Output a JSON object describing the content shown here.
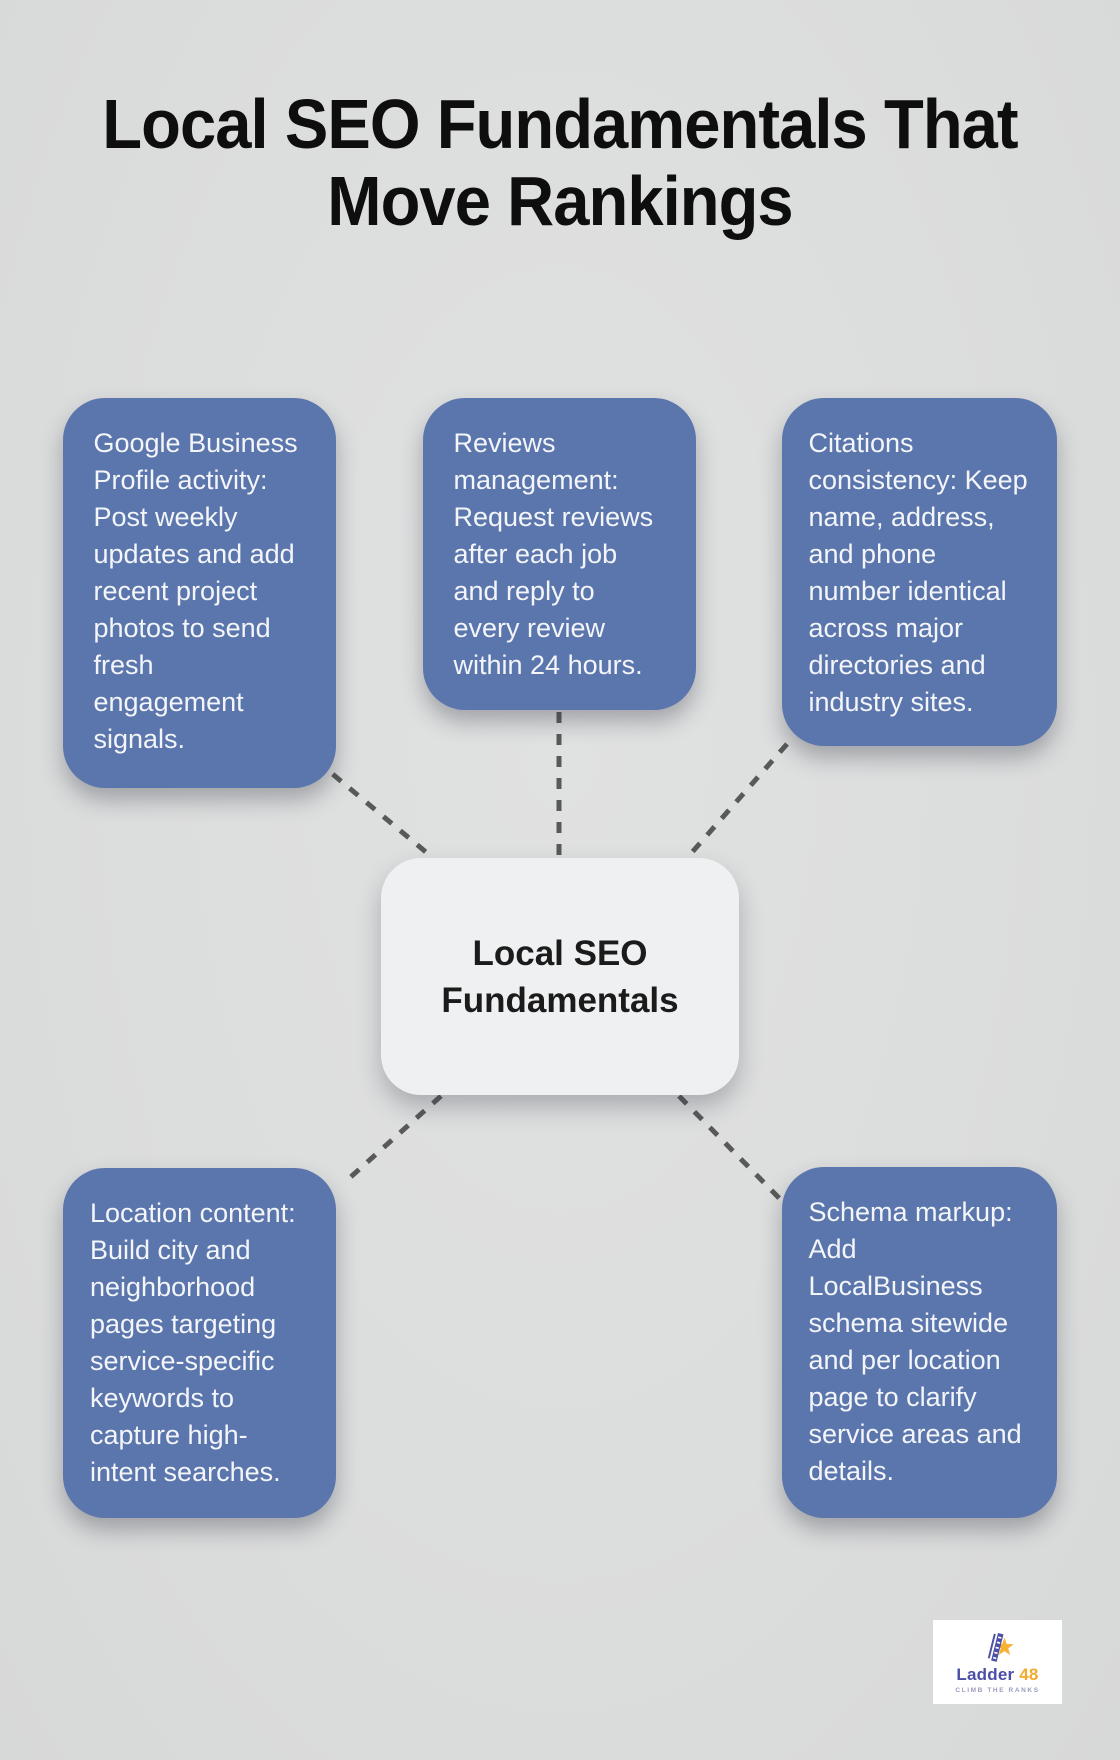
{
  "page": {
    "title": "Local SEO Fundamentals That Move Rankings"
  },
  "colors": {
    "background": "#dcdddd",
    "node_fill": "#5b76ac",
    "node_text": "#f3f5f9",
    "center_fill": "#eff0f2",
    "center_text": "#1b1b1b",
    "connector": "#595959",
    "title_text": "#0e0e0e",
    "logo_brand": "#4b4fa6",
    "logo_number": "#f3aa2d"
  },
  "center_node": {
    "label": "Local SEO Fundamentals"
  },
  "nodes": [
    {
      "id": "google-business-profile",
      "position": "top-left",
      "text": "Google Business Profile activity: Post weekly updates and add recent project photos to send fresh engagement signals."
    },
    {
      "id": "reviews-management",
      "position": "top-middle",
      "text": "Reviews management: Request reviews after each job and reply to every review within 24 hours."
    },
    {
      "id": "citations-consistency",
      "position": "top-right",
      "text": "Citations consistency: Keep name, address, and phone number identical across major directories and industry sites."
    },
    {
      "id": "location-content",
      "position": "bottom-left",
      "text": "Location content: Build city and neighborhood pages targeting service-specific keywords to capture high-intent searches."
    },
    {
      "id": "schema-markup",
      "position": "bottom-right",
      "text": "Schema markup: Add LocalBusiness schema sitewide and per location page to clarify service areas and details."
    }
  ],
  "logo": {
    "brand": "Ladder",
    "number": "48",
    "tagline": "CLIMB THE RANKS"
  }
}
